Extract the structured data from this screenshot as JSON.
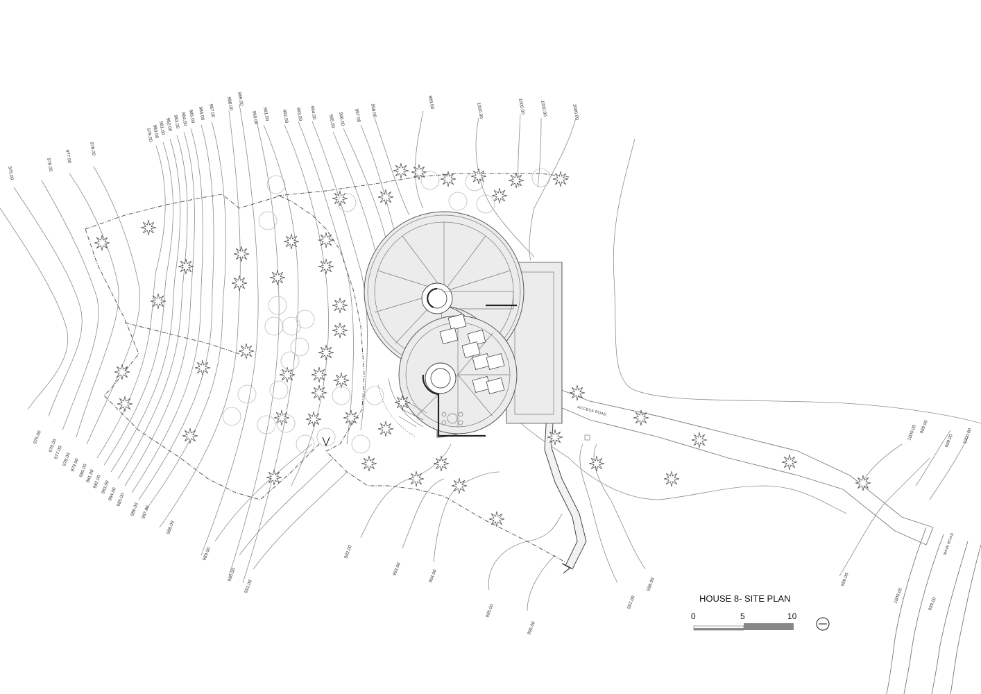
{
  "title": "HOUSE 8- SITE PLAN",
  "scale_bar": {
    "labels": [
      "0",
      "5",
      "10"
    ]
  },
  "road_labels": {
    "access": "ACCESS ROAD",
    "main": "MAIN ROAD"
  },
  "north_symbol": "north-arrow-icon",
  "contour_labels_top": [
    "975.00",
    "976.00",
    "977.00",
    "978.00",
    "979.00",
    "980.00",
    "981.00",
    "982.00",
    "983.00",
    "984.00",
    "985.00",
    "986.00",
    "987.00",
    "988.00",
    "989.00",
    "990.00",
    "991.00",
    "992.00",
    "993.00",
    "994.00",
    "995.00",
    "996.00",
    "997.00",
    "998.00",
    "999.00",
    "1000.00",
    "1000.00",
    "1000.00"
  ],
  "contour_labels_left": [
    "975.00",
    "976.00",
    "977.00",
    "978.00",
    "979.00",
    "980.00",
    "981.00",
    "982.00",
    "983.00",
    "984.00",
    "985.00",
    "986.00",
    "987.00",
    "988.00"
  ],
  "contour_labels_bottom": [
    "989.00",
    "990.00",
    "991.00",
    "992.00",
    "993.00",
    "994.00",
    "995.00",
    "996.00",
    "997.00",
    "998.00",
    "999.00",
    "1000.00",
    "999.00"
  ],
  "contour_labels_right": [
    "1000.00",
    "999.00",
    "999.00",
    "1000.00"
  ]
}
